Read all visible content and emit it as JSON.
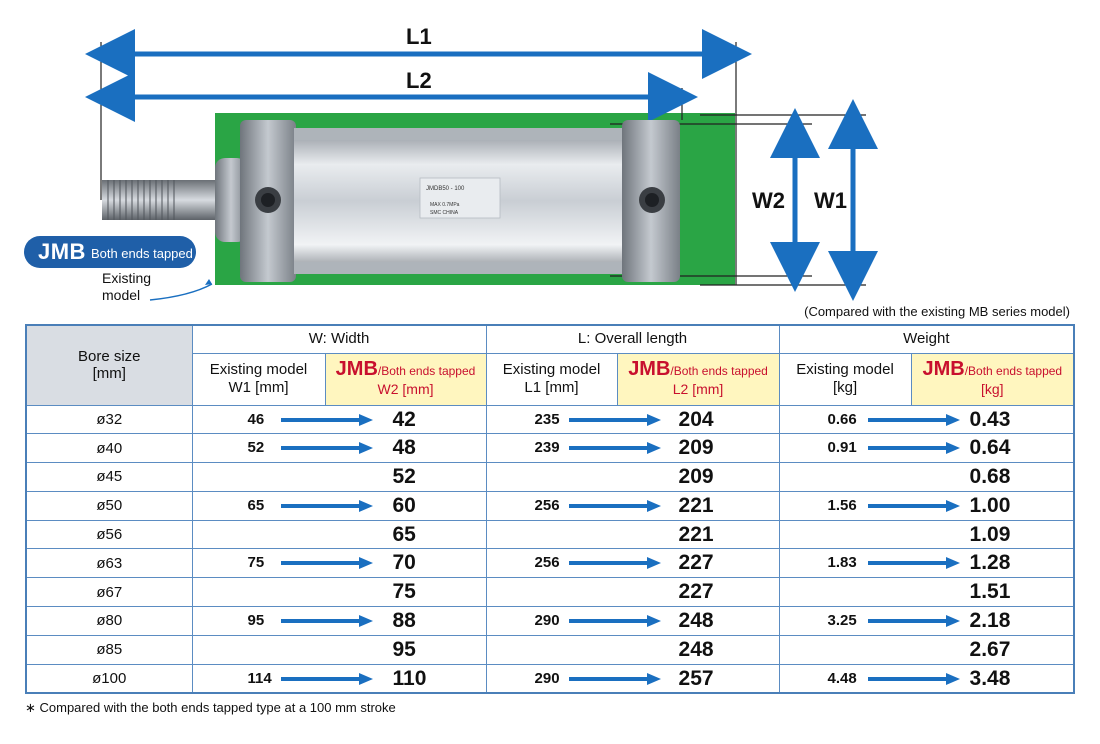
{
  "figure": {
    "dimensions": {
      "l1": "L1",
      "l2": "L2",
      "w1": "W1",
      "w2": "W2"
    },
    "badge": {
      "brand": "JMB",
      "text": "Both ends tapped"
    },
    "existing_label": [
      "Existing",
      "model"
    ],
    "cylinder_marking": [
      "JMDB50 - 100",
      "MAX 0.7MPa",
      "SMC CHINA"
    ],
    "colors": {
      "green_backdrop": "#2aa545",
      "arrow_blue": "#1a6fc0",
      "badge_blue": "#1f5fa8",
      "brand_red": "#c8102e",
      "highlight_yellow": "#fff6bf"
    }
  },
  "compared_note": "(Compared with the existing MB series model)",
  "table": {
    "bore_header": [
      "Bore size",
      "[mm]"
    ],
    "groups": [
      "W: Width",
      "L: Overall length",
      "Weight"
    ],
    "sub": {
      "w_old": [
        "Existing model",
        "W1 [mm]"
      ],
      "w_new": {
        "brand": "JMB",
        "suffix": "/Both ends tapped",
        "unit": "W2 [mm]"
      },
      "l_old": [
        "Existing model",
        "L1 [mm]"
      ],
      "l_new": {
        "brand": "JMB",
        "suffix": "/Both ends tapped",
        "unit": "L2 [mm]"
      },
      "kg_old": [
        "Existing model",
        "[kg]"
      ],
      "kg_new": {
        "brand": "JMB",
        "suffix": "/Both ends tapped",
        "unit": "[kg]"
      }
    },
    "rows": [
      {
        "bore": "ø32",
        "w1": "46",
        "w2": "42",
        "l1": "235",
        "l2": "204",
        "kg_old": "0.66",
        "kg_new": "0.43"
      },
      {
        "bore": "ø40",
        "w1": "52",
        "w2": "48",
        "l1": "239",
        "l2": "209",
        "kg_old": "0.91",
        "kg_new": "0.64"
      },
      {
        "bore": "ø45",
        "w1": "",
        "w2": "52",
        "l1": "",
        "l2": "209",
        "kg_old": "",
        "kg_new": "0.68"
      },
      {
        "bore": "ø50",
        "w1": "65",
        "w2": "60",
        "l1": "256",
        "l2": "221",
        "kg_old": "1.56",
        "kg_new": "1.00"
      },
      {
        "bore": "ø56",
        "w1": "",
        "w2": "65",
        "l1": "",
        "l2": "221",
        "kg_old": "",
        "kg_new": "1.09"
      },
      {
        "bore": "ø63",
        "w1": "75",
        "w2": "70",
        "l1": "256",
        "l2": "227",
        "kg_old": "1.83",
        "kg_new": "1.28"
      },
      {
        "bore": "ø67",
        "w1": "",
        "w2": "75",
        "l1": "",
        "l2": "227",
        "kg_old": "",
        "kg_new": "1.51"
      },
      {
        "bore": "ø80",
        "w1": "95",
        "w2": "88",
        "l1": "290",
        "l2": "248",
        "kg_old": "3.25",
        "kg_new": "2.18"
      },
      {
        "bore": "ø85",
        "w1": "",
        "w2": "95",
        "l1": "",
        "l2": "248",
        "kg_old": "",
        "kg_new": "2.67"
      },
      {
        "bore": "ø100",
        "w1": "114",
        "w2": "110",
        "l1": "290",
        "l2": "257",
        "kg_old": "4.48",
        "kg_new": "3.48"
      }
    ]
  },
  "footnote": "∗  Compared with the both ends tapped type at a 100 mm stroke"
}
